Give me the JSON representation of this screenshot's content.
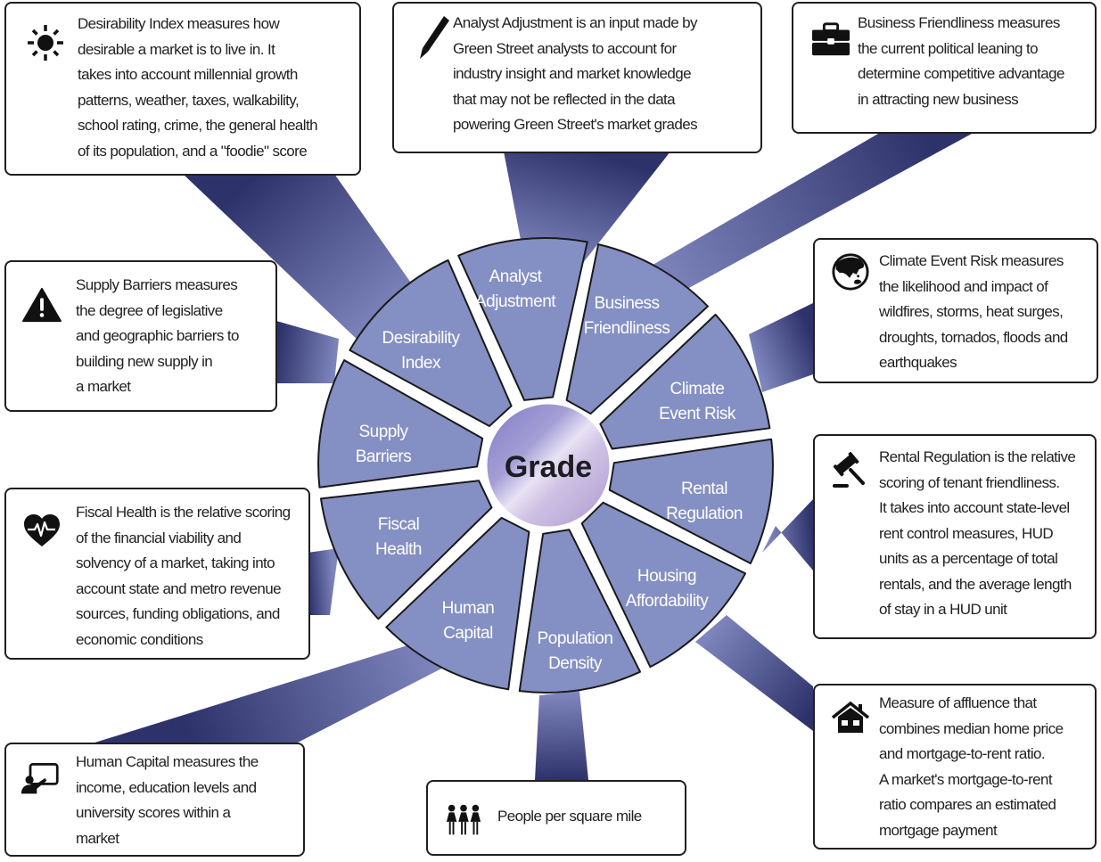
{
  "center": {
    "label": "Grade"
  },
  "colors": {
    "segment_fill": "#8490c4",
    "ray_dark": "#2e326b",
    "ray_light": "#7f86bd",
    "outline": "#1a1a1a",
    "center_gradient": [
      "#8a84c8",
      "#e6e1f3",
      "#b9a6d6"
    ]
  },
  "segments": [
    {
      "id": "analyst",
      "lines": [
        "Analyst",
        "Adjustment"
      ]
    },
    {
      "id": "business",
      "lines": [
        "Business",
        "Friendliness"
      ]
    },
    {
      "id": "climate",
      "lines": [
        "Climate",
        "Event Risk"
      ]
    },
    {
      "id": "rental",
      "lines": [
        "Rental",
        "Regulation"
      ]
    },
    {
      "id": "housing",
      "lines": [
        "Housing",
        "Affordability"
      ]
    },
    {
      "id": "population",
      "lines": [
        "Population",
        "Density"
      ]
    },
    {
      "id": "human",
      "lines": [
        "Human",
        "Capital"
      ]
    },
    {
      "id": "fiscal",
      "lines": [
        "Fiscal",
        "Health"
      ]
    },
    {
      "id": "supply",
      "lines": [
        "Supply",
        "Barriers"
      ]
    },
    {
      "id": "desirability",
      "lines": [
        "Desirability",
        "Index"
      ]
    }
  ],
  "boxes": [
    {
      "id": "desirability",
      "icon": "sun-icon",
      "text": "Desirability Index measures how\ndesirable a market is to live in. It\ntakes into account millennial growth\npatterns, weather, taxes, walkability,\nschool rating, crime, the general health\nof its population, and a \"foodie\" score"
    },
    {
      "id": "analyst",
      "icon": "pen-icon",
      "text": "Analyst Adjustment is an input made by\nGreen Street analysts to account for\nindustry insight and market knowledge\nthat may not be reflected in the data\npowering Green Street's market grades"
    },
    {
      "id": "business",
      "icon": "briefcase-icon",
      "text": "Business Friendliness measures\nthe current political leaning to\ndetermine competitive advantage\nin attracting new business"
    },
    {
      "id": "supply",
      "icon": "warning-icon",
      "text": "Supply Barriers measures\nthe degree of legislative\nand geographic barriers to\nbuilding new supply in\na market"
    },
    {
      "id": "climate",
      "icon": "globe-icon",
      "text": "Climate Event Risk measures\nthe likelihood and impact of\nwildfires, storms, heat surges,\ndroughts, tornados, floods and\nearthquakes"
    },
    {
      "id": "fiscal",
      "icon": "heart-pulse-icon",
      "text": "Fiscal Health is the relative scoring\nof the financial viability and\nsolvency of a market, taking into\naccount state and metro revenue\nsources, funding obligations, and\neconomic conditions"
    },
    {
      "id": "rental",
      "icon": "gavel-icon",
      "text": "Rental Regulation is the relative\nscoring of tenant friendliness.\nIt takes into account state-level\nrent control measures, HUD\nunits as a percentage of total\nrentals, and the average length\nof stay in a HUD unit"
    },
    {
      "id": "human",
      "icon": "teacher-icon",
      "text": "Human Capital measures the\nincome, education levels and\nuniversity scores within a\nmarket"
    },
    {
      "id": "population",
      "icon": "people-icon",
      "text": "People per square mile"
    },
    {
      "id": "housing",
      "icon": "house-icon",
      "text": "Measure of affluence that\ncombines median home price\nand mortgage-to-rent ratio.\nA market's mortgage-to-rent\nratio compares an estimated\nmortgage payment"
    }
  ]
}
